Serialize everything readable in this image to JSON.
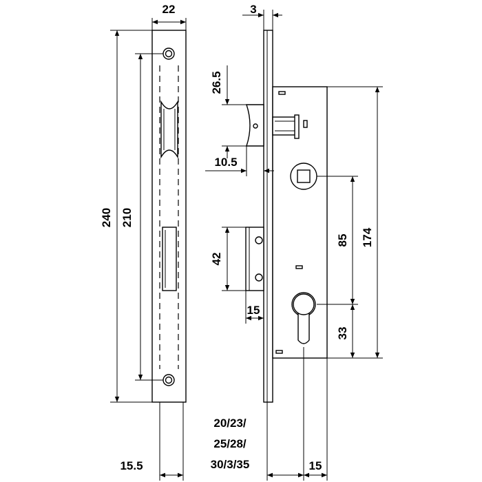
{
  "dimensions": {
    "faceplate_width": "22",
    "faceplate_thickness": "3",
    "latch_length": "26.5",
    "latch_projection": "10.5",
    "bolt_length": "42",
    "bolt_projection": "15",
    "total_length": "240",
    "screw_spacing": "210",
    "backset_spacing": "85",
    "body_height": "174",
    "cylinder_offset": "33",
    "backset_line1": "20/23/",
    "backset_line2": "25/28/",
    "backset_line3": "30/3/35",
    "strike_offset": "15.5",
    "cylinder_backset": "15"
  },
  "colors": {
    "line": "#000000",
    "fill": "#ffffff"
  }
}
